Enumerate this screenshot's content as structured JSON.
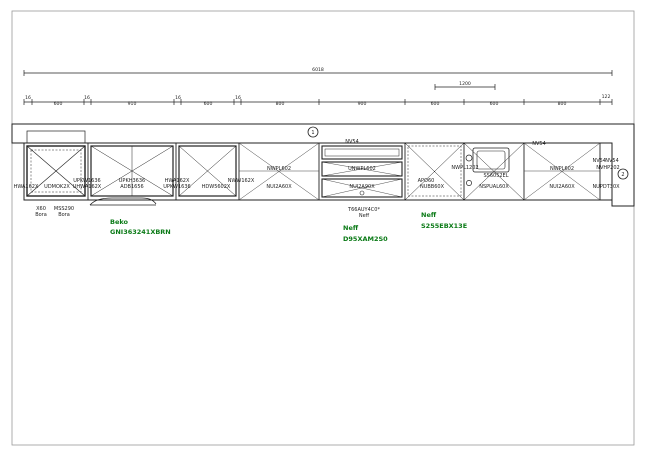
{
  "drawing": {
    "total_dimension": "6018",
    "sink_dimension": "1200",
    "right_dimension": "122",
    "segment_dimensions": [
      "16",
      "600",
      "16",
      "910",
      "16",
      "600",
      "16",
      "800",
      "900",
      "600",
      "600",
      "800"
    ],
    "position_markers": [
      "1",
      "2"
    ]
  },
  "cabinets": {
    "top_labels": [
      "NV54",
      "NV54",
      "NWPL602",
      "UNWPL602",
      "NWPL1202",
      "SS6052EL",
      "NWPL602",
      "NV54",
      "NV54",
      "NVHP202"
    ],
    "bottom_labels": [
      "HWA162X",
      "UDMOK2X",
      "UPKW1636",
      "UHWA162X",
      "UPKH3636",
      "ADB1656",
      "HWA162X",
      "UPKW1636",
      "HDW5602X",
      "NWW162X",
      "NUI2A60X",
      "NUI2A90X",
      "APO60",
      "NUBB60X",
      "NSPUAL60X",
      "NUI2A60X",
      "NUPDT30X"
    ],
    "appliance_codes": [
      "X60",
      "Bora",
      "MSS290",
      "Bora",
      "T66AUY4C0*",
      "Neff"
    ]
  },
  "brands": [
    {
      "name": "Beko",
      "model": "GNI363241XBRN"
    },
    {
      "name": "Neff",
      "model": "D95XAM2S0"
    },
    {
      "name": "Neff",
      "model": "S255EBX13E"
    }
  ]
}
